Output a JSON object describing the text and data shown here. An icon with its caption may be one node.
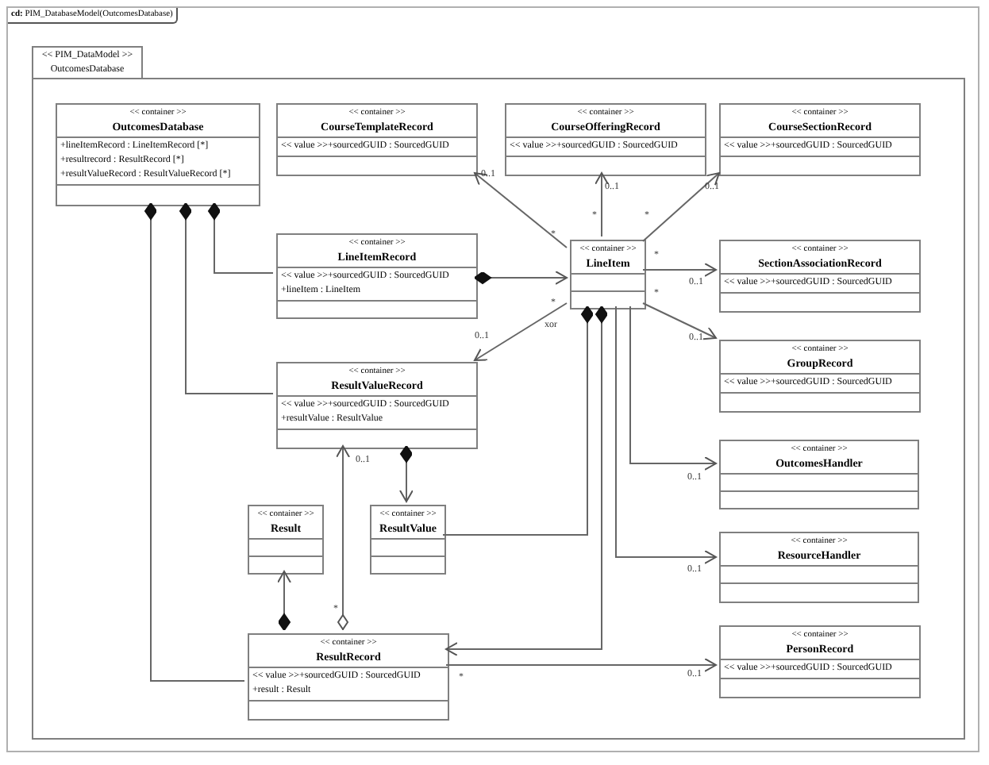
{
  "diagram": {
    "nodes": [
      {
        "text": [
          "**cd:** PIM_DatabaseModel(OutcomesDatabase)"
        ]
      },
      {
        "text": [
          "<< PIM_DataModel >>",
          "OutcomesDatabase"
        ],
        "in": 0
      },
      {
        "text": [
          "<< container >>",
          "OutcomesDatabase",
          "+lineItemRecord : LineItemRecord [*]",
          "+resultrecord : ResultRecord [*]",
          "+resultValueRecord : ResultValueRecord [*]"
        ],
        "in": 1
      },
      {
        "text": [
          "<< container >>",
          "CourseTemplateRecord",
          "<< value >>+sourcedGUID : SourcedGUID"
        ],
        "in": 1
      },
      {
        "text": [
          "<< container >>",
          "CourseOfferingRecord",
          "<< value >>+sourcedGUID : SourcedGUID"
        ],
        "in": 1
      },
      {
        "text": [
          "<< container >>",
          "CourseSectionRecord",
          "<< value >>+sourcedGUID : SourcedGUID"
        ],
        "in": 1
      },
      {
        "text": [
          "<< container >>",
          "LineItemRecord",
          "<< value >>+sourcedGUID : SourcedGUID",
          "+lineItem : LineItem"
        ],
        "in": 1
      },
      {
        "text": [
          "<< container >>",
          "LineItem"
        ],
        "in": 1
      },
      {
        "text": [
          "<< container >>",
          "SectionAssociationRecord",
          "<< value >>+sourcedGUID : SourcedGUID"
        ],
        "in": 1
      },
      {
        "text": [
          "<< container >>",
          "ResultValueRecord",
          "<< value >>+sourcedGUID : SourcedGUID",
          "+resultValue : ResultValue"
        ],
        "in": 1
      },
      {
        "text": [
          "<< container >>",
          "GroupRecord",
          "<< value >>+sourcedGUID : SourcedGUID"
        ],
        "in": 1
      },
      {
        "text": [
          "<< container >>",
          "OutcomesHandler"
        ],
        "in": 1
      },
      {
        "text": [
          "<< container >>",
          "Result"
        ],
        "in": 1
      },
      {
        "text": [
          "<< container >>",
          "ResultValue"
        ],
        "in": 1
      },
      {
        "text": [
          "<< container >>",
          "ResourceHandler"
        ],
        "in": 1
      },
      {
        "text": [
          "<< container >>",
          "ResultRecord",
          "<< value >>+sourcedGUID : SourcedGUID",
          "+result : Result"
        ],
        "in": 1
      },
      {
        "text": [
          "<< container >>",
          "PersonRecord",
          "<< value >>+sourcedGUID : SourcedGUID"
        ],
        "in": 1
      }
    ],
    "edges": [
      {
        "from": 7,
        "to": 3,
        "arrow": "to"
      },
      {
        "from": 7,
        "to": 4,
        "arrow": "to"
      },
      {
        "from": 7,
        "to": 5,
        "arrow": "to"
      },
      {
        "from": 7,
        "to": 8,
        "arrow": "to"
      },
      {
        "from": 7,
        "to": 10,
        "arrow": "to"
      },
      {
        "from": 7,
        "to": 9,
        "arrow": "to"
      },
      {
        "from": 7,
        "to": 11,
        "arrow": "to"
      },
      {
        "from": 7,
        "to": 14,
        "arrow": "to"
      },
      {
        "from": 7,
        "to": 13,
        "arrow": "other"
      },
      {
        "from": 7,
        "to": 15,
        "arrow": "to"
      },
      {
        "from": 2,
        "to": 6,
        "arrow": "other"
      },
      {
        "from": 2,
        "to": 9,
        "arrow": "other"
      },
      {
        "from": 2,
        "to": 15,
        "arrow": "other"
      },
      {
        "from": 6,
        "to": 7,
        "arrow": "to"
      },
      {
        "from": 9,
        "to": 13,
        "arrow": "to"
      },
      {
        "from": 15,
        "to": 12,
        "arrow": "to"
      },
      {
        "from": 15,
        "to": 9,
        "arrow": "to"
      },
      {
        "from": 15,
        "to": 16,
        "arrow": "to"
      }
    ],
    "labels": [
      "0..1",
      "0..1",
      "0..1",
      "*",
      "*",
      "*",
      "*",
      "0..1",
      "*",
      "*",
      "xor",
      "0..1",
      "0..1",
      "0..1",
      "0..1",
      "0..1",
      "*",
      "0..1",
      "*"
    ]
  }
}
